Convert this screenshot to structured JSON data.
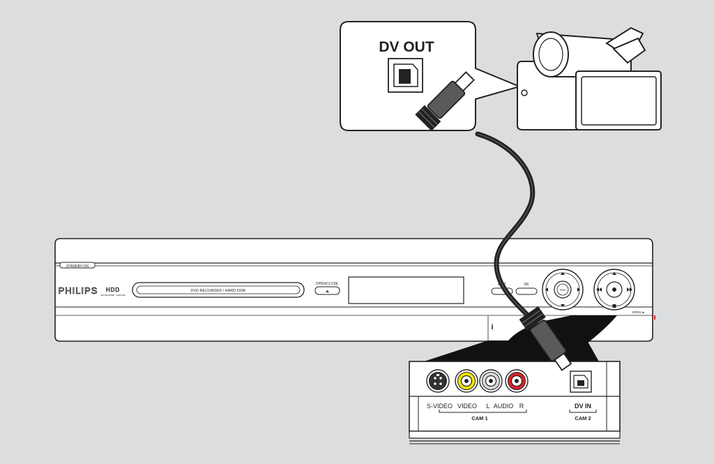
{
  "callout": {
    "label": "DV OUT"
  },
  "recorder": {
    "brand": "PHILIPS",
    "hdd_logo": "HDD",
    "hdd_tagline": "DVD RECORDER · HARD DISK",
    "standby_label": "STANDBY-ON",
    "disc_tray_label": "DVD RECORDER / HARD DISK",
    "open_close_label": "OPEN/CLOSE",
    "edit_label": "EDIT",
    "ok_label": "OK",
    "hdd_button_label": "HDD",
    "open_label": "OPEN ►"
  },
  "front_panel": {
    "svideo_label": "S-VIDEO",
    "video_label": "VIDEO",
    "audio_l_label": "L",
    "audio_label": "AUDIO",
    "audio_r_label": "R",
    "cam1_label": "CAM 1",
    "dvin_label": "DV IN",
    "cam2_label": "CAM 2"
  },
  "colors": {
    "background": "#dcdddf",
    "video_jack": "#f2e600",
    "audio_l_jack": "#d9d9d9",
    "audio_r_jack": "#d8232a",
    "cable": "#1a1a1a",
    "plug": "#5a5a5a"
  }
}
